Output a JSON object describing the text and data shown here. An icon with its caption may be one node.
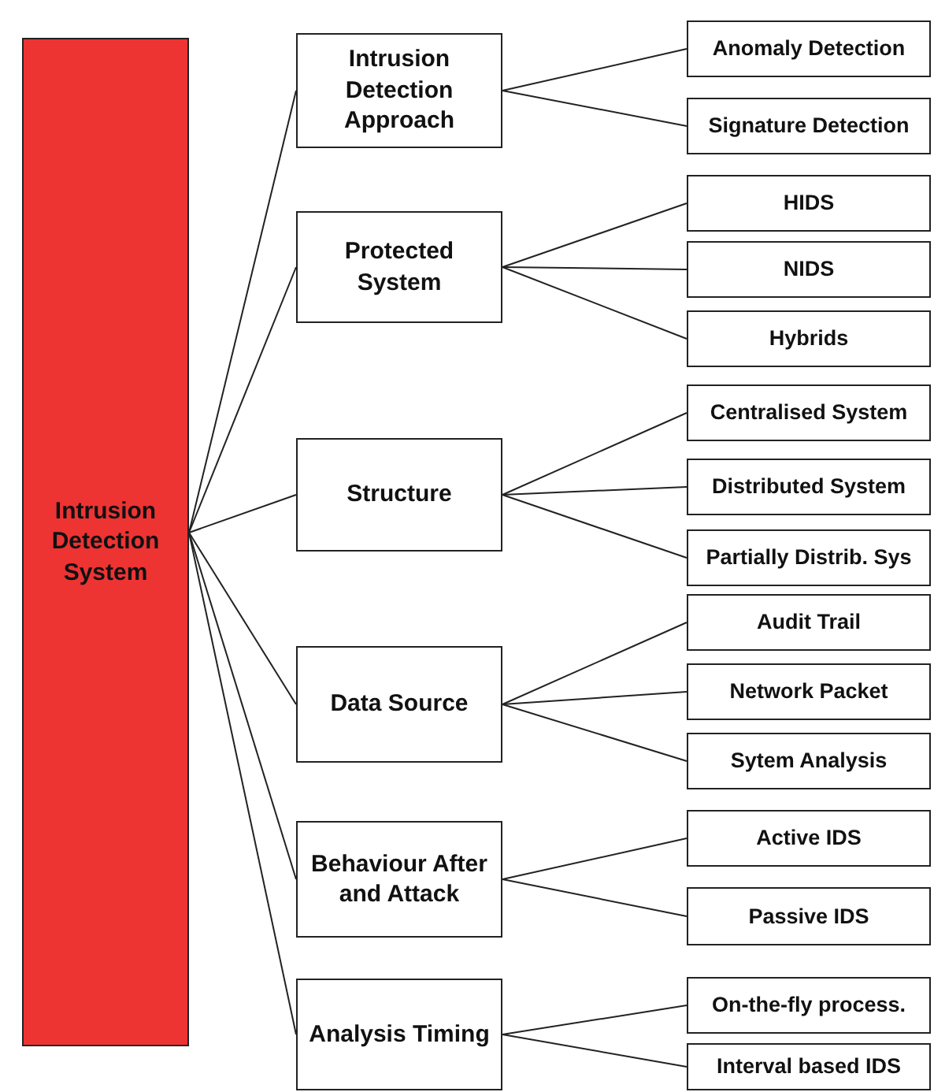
{
  "diagram": {
    "nodes": [
      {
        "text": [
          "Intrusion Detection System"
        ]
      },
      {
        "text": [
          "Intrusion Detection Approach"
        ]
      },
      {
        "text": [
          "Protected System"
        ]
      },
      {
        "text": [
          "Structure"
        ]
      },
      {
        "text": [
          "Data Source"
        ]
      },
      {
        "text": [
          "Behaviour After and Attack"
        ]
      },
      {
        "text": [
          "Analysis Timing"
        ]
      },
      {
        "text": [
          "Anomaly Detection"
        ]
      },
      {
        "text": [
          "Signature Detection"
        ]
      },
      {
        "text": [
          "HIDS"
        ]
      },
      {
        "text": [
          "NIDS"
        ]
      },
      {
        "text": [
          "Hybrids"
        ]
      },
      {
        "text": [
          "Centralised System"
        ]
      },
      {
        "text": [
          "Distributed System"
        ]
      },
      {
        "text": [
          "Partially Distrib. Sys"
        ]
      },
      {
        "text": [
          "Audit Trail"
        ]
      },
      {
        "text": [
          "Network Packet"
        ]
      },
      {
        "text": [
          "Sytem Analysis"
        ]
      },
      {
        "text": [
          "Active IDS"
        ]
      },
      {
        "text": [
          "Passive IDS"
        ]
      },
      {
        "text": [
          "On-the-fly process."
        ]
      },
      {
        "text": [
          "Interval based IDS"
        ]
      }
    ],
    "edges": [
      {
        "from": 0,
        "to": 1,
        "arrow": "none"
      },
      {
        "from": 0,
        "to": 2,
        "arrow": "none"
      },
      {
        "from": 0,
        "to": 3,
        "arrow": "none"
      },
      {
        "from": 0,
        "to": 4,
        "arrow": "none"
      },
      {
        "from": 0,
        "to": 5,
        "arrow": "none"
      },
      {
        "from": 0,
        "to": 6,
        "arrow": "none"
      },
      {
        "from": 1,
        "to": 7,
        "arrow": "none"
      },
      {
        "from": 1,
        "to": 8,
        "arrow": "none"
      },
      {
        "from": 2,
        "to": 9,
        "arrow": "none"
      },
      {
        "from": 2,
        "to": 10,
        "arrow": "none"
      },
      {
        "from": 2,
        "to": 11,
        "arrow": "none"
      },
      {
        "from": 3,
        "to": 12,
        "arrow": "none"
      },
      {
        "from": 3,
        "to": 13,
        "arrow": "none"
      },
      {
        "from": 3,
        "to": 14,
        "arrow": "none"
      },
      {
        "from": 4,
        "to": 15,
        "arrow": "none"
      },
      {
        "from": 4,
        "to": 16,
        "arrow": "none"
      },
      {
        "from": 4,
        "to": 17,
        "arrow": "none"
      },
      {
        "from": 5,
        "to": 18,
        "arrow": "none"
      },
      {
        "from": 5,
        "to": 19,
        "arrow": "none"
      },
      {
        "from": 6,
        "to": 20,
        "arrow": "none"
      },
      {
        "from": 6,
        "to": 21,
        "arrow": "none"
      }
    ]
  }
}
